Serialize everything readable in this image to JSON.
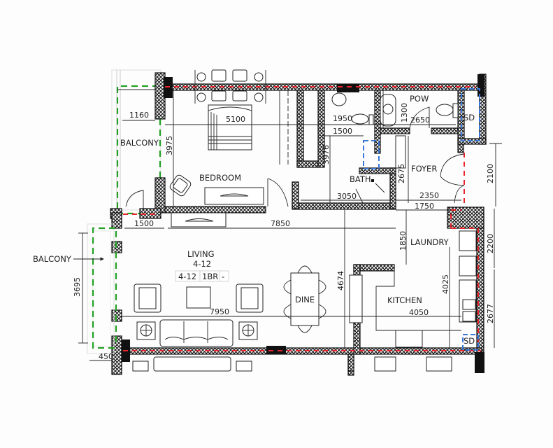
{
  "plan": {
    "unit_tag": {
      "unit": "4-12",
      "type": "1BR",
      "extra": "-"
    },
    "rooms": {
      "bedroom": "BEDROOM",
      "balcony_top": "BALCONY",
      "balcony_left": "BALCONY",
      "living": "LIVING",
      "living_sub": "4-12",
      "dine": "DINE",
      "kitchen": "KITCHEN",
      "laundry": "LAUNDRY",
      "foyer": "FOYER",
      "bath": "BATH",
      "pow": "POW",
      "sd_top": "SD",
      "sd_bottom": "SD"
    },
    "dimensions": {
      "balcony_width": "1160",
      "bedroom_width": "5100",
      "bedroom_depth": "3975",
      "bath_width_upper": "1950",
      "bath_width_inner": "1500",
      "bath_depth": "3976",
      "bath_width_lower": "3050",
      "pow_depth": "1300",
      "pow_width": "2650",
      "foyer_depth": "2675",
      "foyer_width": "2350",
      "foyer_inner": "1750",
      "entry_height": "2100",
      "living_offset": "1500",
      "living_width_top": "7850",
      "laundry_depth": "1850",
      "laundry_height": "2200",
      "living_depth": "4674",
      "kitchen_depth": "4025",
      "kitchen_width": "4050",
      "kitchen_height": "2677",
      "living_width": "7950",
      "balcony_depth": "3695",
      "wall_offset": "450"
    },
    "colors": {
      "wall_line": "#111111",
      "red_dash": "#e8252a",
      "green_dash": "#23a023",
      "blue_dash": "#3a78d8",
      "background": "#fdfdfd"
    }
  }
}
